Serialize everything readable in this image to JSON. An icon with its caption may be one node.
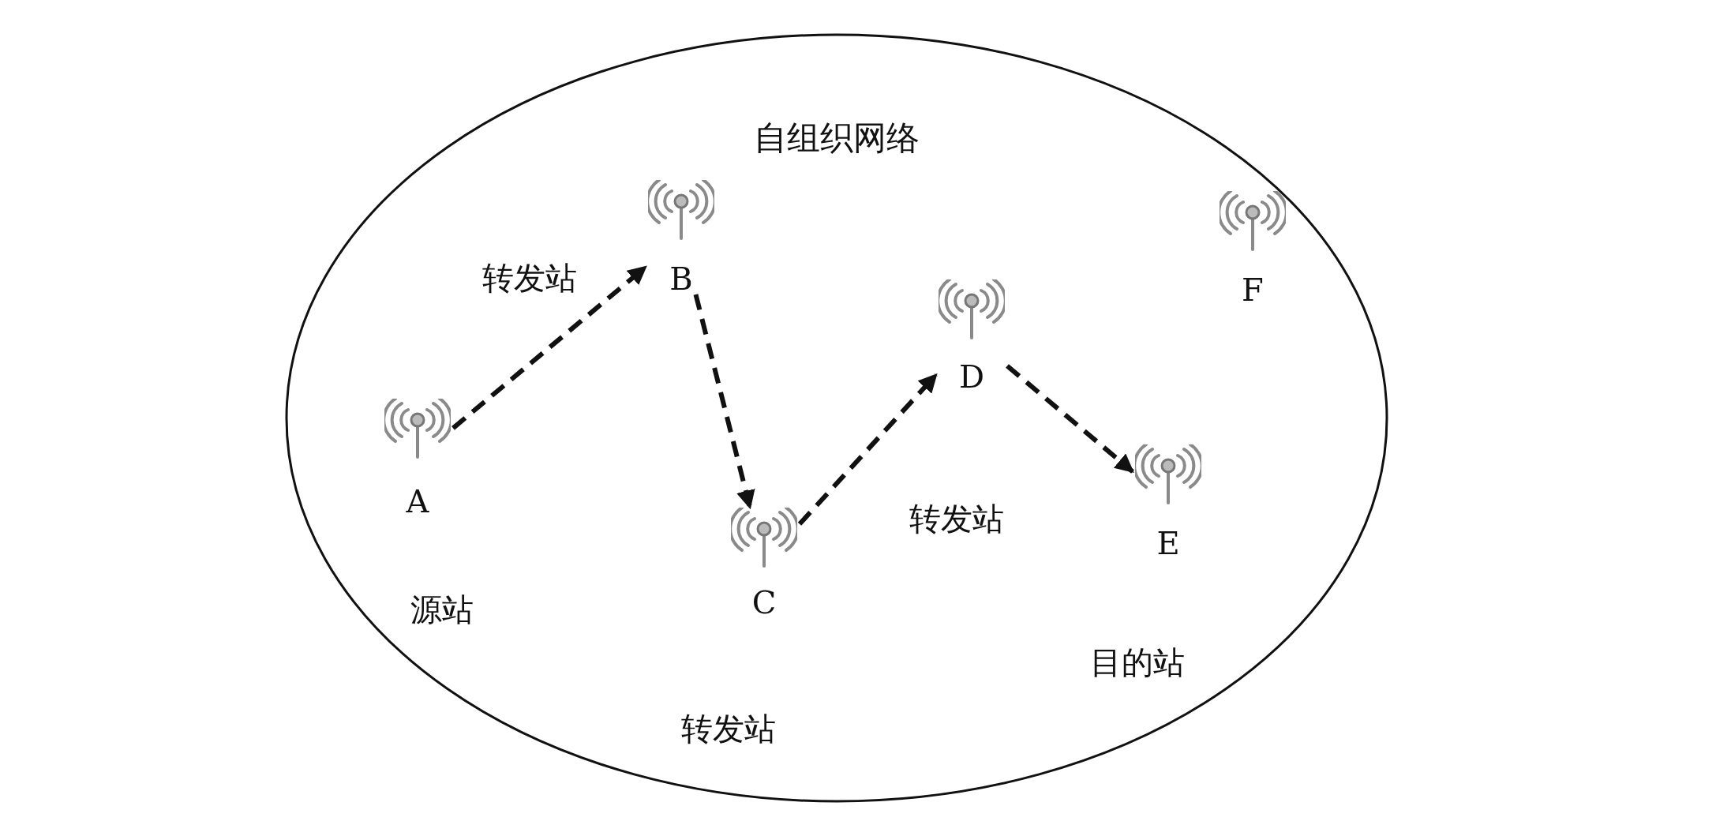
{
  "diagram": {
    "nodes": [
      {
        "text": [
          "自组织网络"
        ]
      },
      {
        "text": [
          "A"
        ],
        "beside": [
          "源站"
        ],
        "in": 0
      },
      {
        "text": [
          "B"
        ],
        "beside": [
          "转发站"
        ],
        "in": 0
      },
      {
        "text": [
          "C"
        ],
        "beside": [
          "转发站"
        ],
        "in": 0
      },
      {
        "text": [
          "D"
        ],
        "beside": [
          "转发站"
        ],
        "in": 0
      },
      {
        "text": [
          "E"
        ],
        "beside": [
          "目的站"
        ],
        "in": 0
      },
      {
        "text": [
          "F"
        ],
        "in": 0
      }
    ],
    "edges": [
      {
        "from": 1,
        "to": 2,
        "arrow": "to",
        "style": "dashed"
      },
      {
        "from": 2,
        "to": 3,
        "arrow": "to",
        "style": "dashed"
      },
      {
        "from": 3,
        "to": 4,
        "arrow": "to",
        "style": "dashed"
      },
      {
        "from": 4,
        "to": 5,
        "arrow": "to",
        "style": "dashed"
      }
    ]
  }
}
